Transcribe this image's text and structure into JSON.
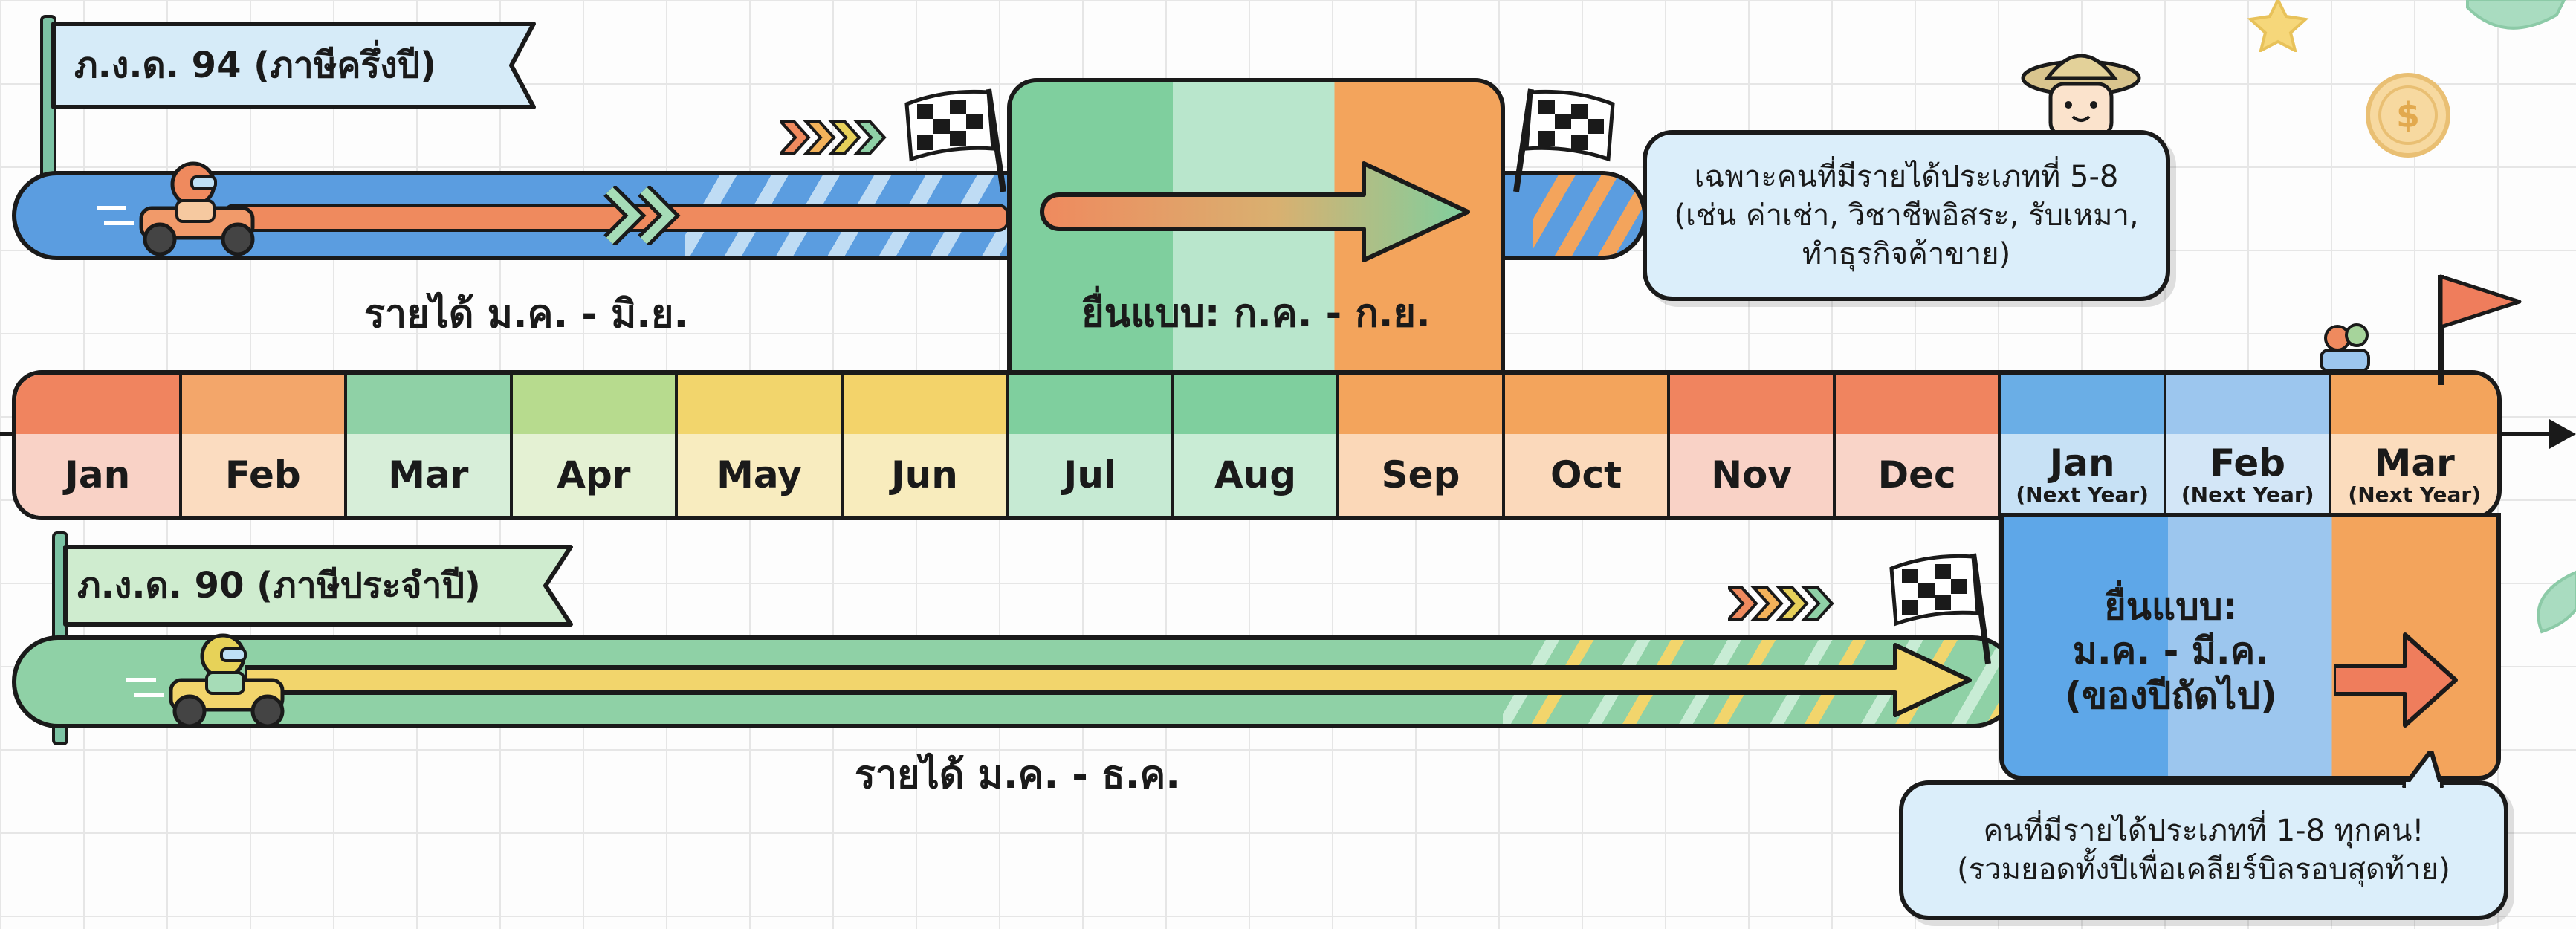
{
  "pnd94": {
    "label": "ภ.ง.ด. 94 (ภาษีครึ่งปี)",
    "income_period": "รายได้ ม.ค. - มิ.ย.",
    "filing_period": "ยื่นแบบ: ก.ค. - ก.ย.",
    "note_line1": "เฉพาะคนที่มีรายได้ประเภทที่ 5-8",
    "note_line2": "(เช่น ค่าเช่า, วิชาชีพอิสระ, รับเหมา,",
    "note_line3": "ทำธุรกิจค้าขาย)"
  },
  "pnd90": {
    "label": "ภ.ง.ด. 90 (ภาษีประจำปี)",
    "income_period": "รายได้ ม.ค. - ธ.ค.",
    "filing_line1": "ยื่นแบบ:",
    "filing_line2": "ม.ค. - มี.ค.",
    "filing_line3": "(ของปีถัดไป)",
    "note_line1": "คนที่มีรายได้ประเภทที่ 1-8 ทุกคน!",
    "note_line2": "(รวมยอดทั้งปีเพื่อเคลียร์บิลรอบสุดท้าย)"
  },
  "timeline": {
    "months": [
      {
        "name": "Jan",
        "sub": "",
        "cap": "#f0845f",
        "body": "#f9d2c6"
      },
      {
        "name": "Feb",
        "sub": "",
        "cap": "#f3a66a",
        "body": "#fbdcc0"
      },
      {
        "name": "Mar",
        "sub": "",
        "cap": "#8fd1a6",
        "body": "#d7eed9"
      },
      {
        "name": "Apr",
        "sub": "",
        "cap": "#b7db8e",
        "body": "#e4f1d3"
      },
      {
        "name": "May",
        "sub": "",
        "cap": "#f2d56c",
        "body": "#f8ecbf"
      },
      {
        "name": "Jun",
        "sub": "",
        "cap": "#f3d36a",
        "body": "#f8ecbd"
      },
      {
        "name": "Jul",
        "sub": "",
        "cap": "#7fcf9e",
        "body": "#c6ead3"
      },
      {
        "name": "Aug",
        "sub": "",
        "cap": "#7fcf9e",
        "body": "#c9ecd5"
      },
      {
        "name": "Sep",
        "sub": "",
        "cap": "#f3a45c",
        "body": "#fbd8b8"
      },
      {
        "name": "Oct",
        "sub": "",
        "cap": "#f3a45c",
        "body": "#fbd9bb"
      },
      {
        "name": "Nov",
        "sub": "",
        "cap": "#f0845f",
        "body": "#f9d2c6"
      },
      {
        "name": "Dec",
        "sub": "",
        "cap": "#f0845f",
        "body": "#f9d4c8"
      },
      {
        "name": "Jan",
        "sub": "(Next Year)",
        "cap": "#6aaee6",
        "body": "#c7e1f5"
      },
      {
        "name": "Feb",
        "sub": "(Next Year)",
        "cap": "#9cc6ee",
        "body": "#d3e6f7"
      },
      {
        "name": "Mar",
        "sub": "(Next Year)",
        "cap": "#f3a45c",
        "body": "#fbdcbd"
      }
    ]
  }
}
